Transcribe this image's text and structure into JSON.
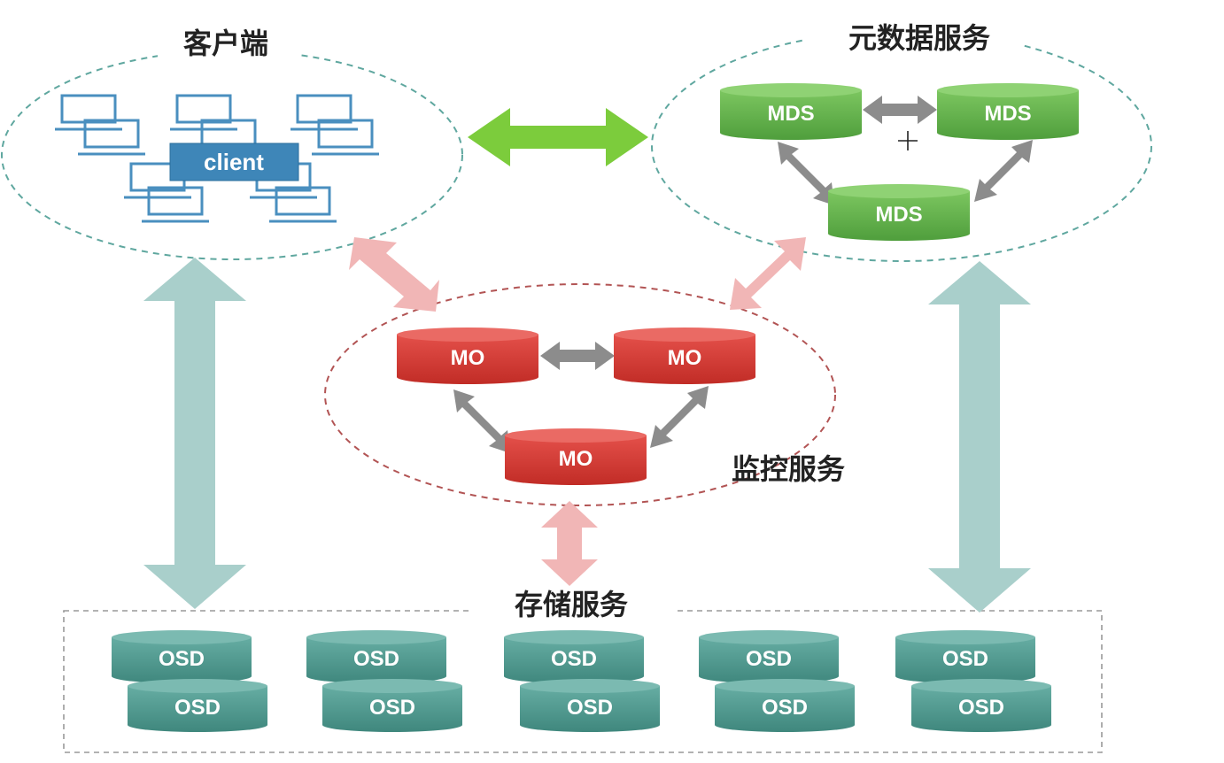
{
  "groups": {
    "client": "客户端",
    "metadata": "元数据服务",
    "monitor": "监控服务",
    "storage": "存储服务"
  },
  "client_label": "client",
  "mds_nodes": [
    "MDS",
    "MDS",
    "MDS"
  ],
  "mo_nodes": [
    "MO",
    "MO",
    "MO"
  ],
  "osd_nodes": [
    "OSD",
    "OSD",
    "OSD",
    "OSD",
    "OSD",
    "OSD",
    "OSD",
    "OSD",
    "OSD",
    "OSD"
  ],
  "colors": {
    "client_blue": "#4a8fbf",
    "client_label_bg": "#3e86b8",
    "mds_green": "#5fb04a",
    "mo_red": "#d63a32",
    "osd_teal": "#4f9a8f",
    "client_mds_arrow": "#7ccc3c",
    "teal_arrow": "#a9cfcb",
    "pink_arrow": "#f1b6b6",
    "gray_arrow": "#8c8c8c",
    "dash_teal": "#5fa79f",
    "dash_red": "#b25454",
    "dash_gray": "#999999"
  },
  "icons": [
    "laptop-icon",
    "cursor-crosshair-icon"
  ]
}
